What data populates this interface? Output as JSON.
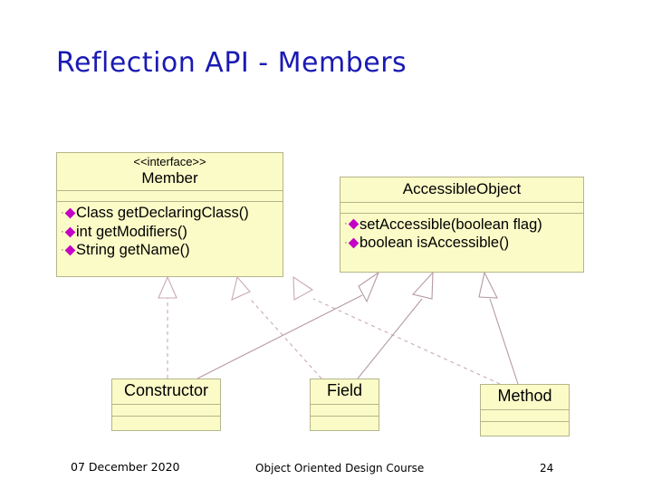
{
  "slide": {
    "title": "Reflection API - Members",
    "title_color": "#1a1ab4",
    "background": "#ffffff"
  },
  "diagram": {
    "type": "uml-class-diagram",
    "box_fill": "#fbfbc8",
    "box_border": "#b5b58c",
    "edge_color": "#c9aab4",
    "visibility_marker_color": "#c400c4",
    "classes": [
      {
        "id": "member",
        "stereotype": "<<interface>>",
        "name": "Member",
        "attributes": [],
        "methods": [
          "Class getDeclaringClass()",
          "int getModifiers()",
          "String getName()"
        ]
      },
      {
        "id": "accessible_object",
        "stereotype": "",
        "name": "AccessibleObject",
        "attributes": [],
        "methods": [
          "setAccessible(boolean flag)",
          "boolean isAccessible()"
        ]
      },
      {
        "id": "constructor",
        "stereotype": "",
        "name": "Constructor",
        "attributes": [],
        "methods": []
      },
      {
        "id": "field",
        "stereotype": "",
        "name": "Field",
        "attributes": [],
        "methods": []
      },
      {
        "id": "method",
        "stereotype": "",
        "name": "Method",
        "attributes": [],
        "methods": []
      }
    ],
    "relationships": [
      {
        "from": "constructor",
        "to": "member",
        "kind": "realization",
        "style": "dashed"
      },
      {
        "from": "field",
        "to": "member",
        "kind": "realization",
        "style": "dashed"
      },
      {
        "from": "method",
        "to": "member",
        "kind": "realization",
        "style": "dashed"
      },
      {
        "from": "constructor",
        "to": "accessible_object",
        "kind": "generalization",
        "style": "solid"
      },
      {
        "from": "field",
        "to": "accessible_object",
        "kind": "generalization",
        "style": "solid"
      },
      {
        "from": "method",
        "to": "accessible_object",
        "kind": "generalization",
        "style": "solid"
      }
    ]
  },
  "footer": {
    "date": "07 December 2020",
    "course": "Object Oriented Design Course",
    "page_number": "24"
  }
}
